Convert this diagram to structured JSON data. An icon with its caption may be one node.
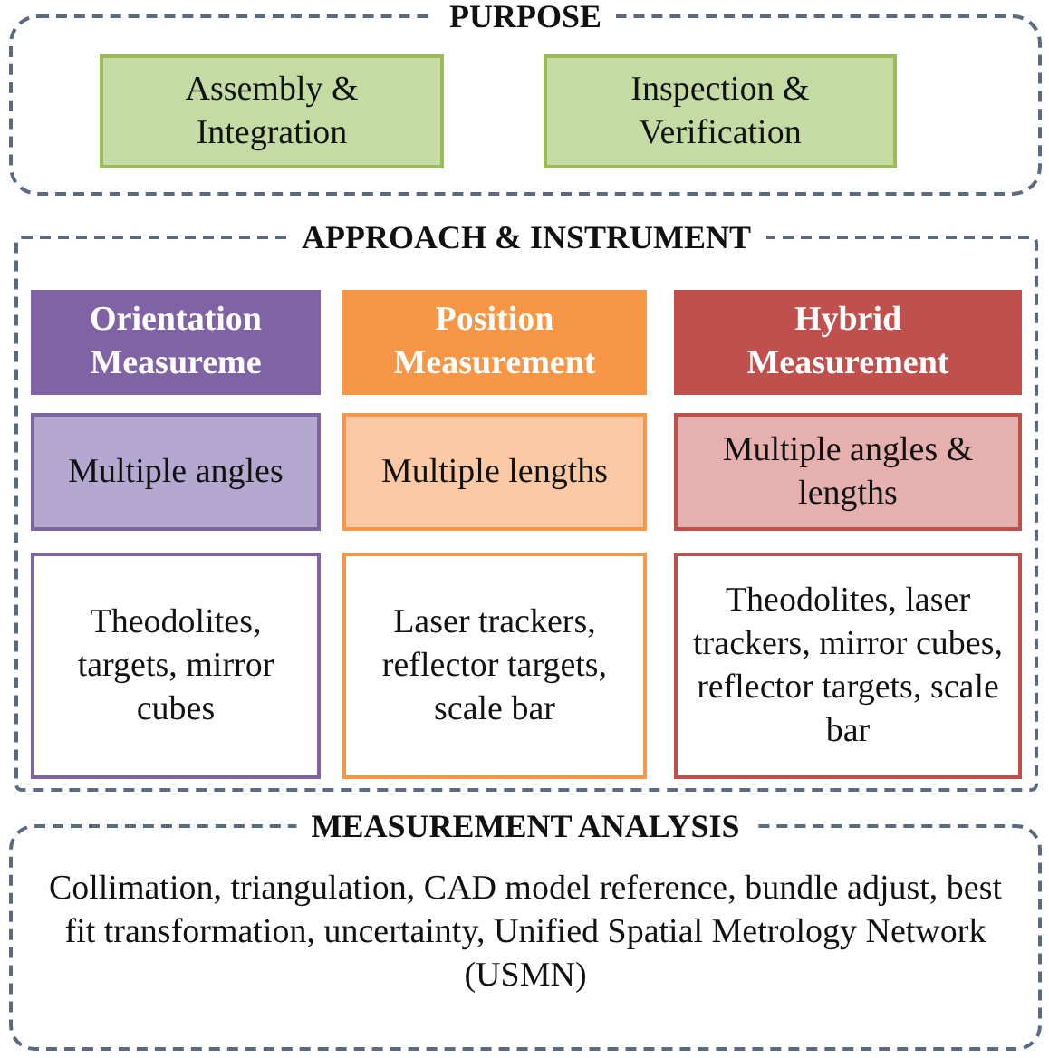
{
  "diagram": {
    "nodes": [
      {
        "text": [
          "PURPOSE"
        ]
      },
      {
        "text": [
          "Assembly & Integration"
        ],
        "in": 0
      },
      {
        "text": [
          "Inspection & Verification"
        ],
        "in": 0
      },
      {
        "text": [
          "APPROACH & INSTRUMENT"
        ]
      },
      {
        "text": [
          "Orientation Measureme"
        ],
        "in": 3
      },
      {
        "text": [
          "Multiple angles"
        ],
        "in": 3
      },
      {
        "text": [
          "Theodolites, targets, mirror cubes"
        ],
        "in": 3
      },
      {
        "text": [
          "Position Measurement"
        ],
        "in": 3
      },
      {
        "text": [
          "Multiple lengths"
        ],
        "in": 3
      },
      {
        "text": [
          "Laser trackers, reflector targets, scale bar"
        ],
        "in": 3
      },
      {
        "text": [
          "Hybrid Measurement"
        ],
        "in": 3
      },
      {
        "text": [
          "Multiple angles & lengths"
        ],
        "in": 3
      },
      {
        "text": [
          "Theodolites, laser trackers, mirror cubes, reflector targets, scale bar"
        ],
        "in": 3
      },
      {
        "text": [
          "MEASUREMENT ANALYSIS",
          "Collimation, triangulation, CAD model reference, bundle adjust, best fit transformation, uncertainty, Unified Spatial Metrology Network (USMN)"
        ]
      }
    ],
    "edges": []
  }
}
